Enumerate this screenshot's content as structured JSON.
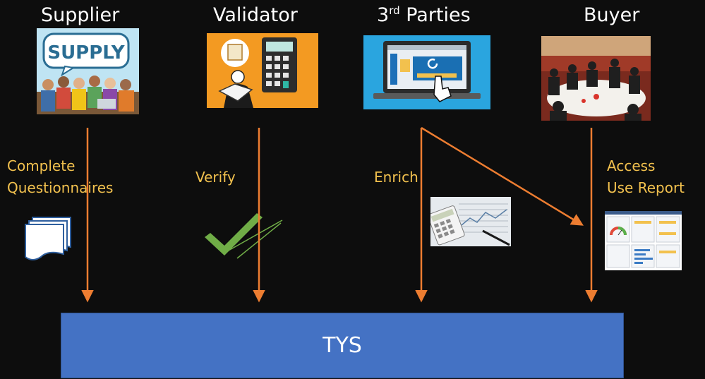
{
  "roles": {
    "supplier": {
      "title": "Supplier",
      "image_text": "SUPPLY"
    },
    "validator": {
      "title": "Validator"
    },
    "third_parties": {
      "title_prefix": "3",
      "title_sup": "rd",
      "title_suffix": " Parties"
    },
    "buyer": {
      "title": "Buyer"
    }
  },
  "actions": {
    "complete": [
      "Complete",
      "Questionnaires"
    ],
    "verify": "Verify",
    "enrich": "Enrich",
    "access": [
      "Access",
      "Use Report"
    ]
  },
  "target": {
    "label": "TYS"
  },
  "colors": {
    "background": "#0d0d0d",
    "arrow": "#ed7d31",
    "label": "#f2c14e",
    "box": "#4472c4",
    "check": "#70ad47"
  }
}
